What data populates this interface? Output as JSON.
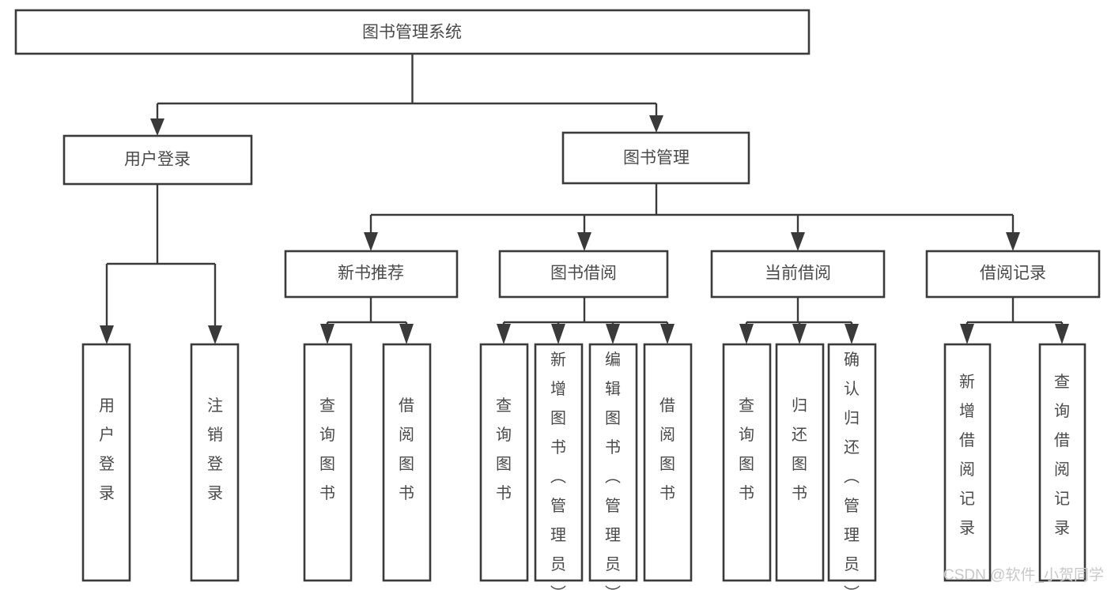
{
  "diagram": {
    "title": "图书管理系统",
    "type": "tree-hierarchy",
    "watermark": "CSDN @软件_小贺同学",
    "colors": {
      "box_stroke": "#3a3a3a",
      "box_fill": "#ffffff",
      "label_text": "#4a4a4a",
      "connector": "#3a3a3a",
      "watermark": "#c8c8c8",
      "background": "#ffffff"
    },
    "root": {
      "label": "图书管理系统"
    },
    "level1": [
      {
        "label": "用户登录"
      },
      {
        "label": "图书管理"
      }
    ],
    "level2": [
      {
        "label": "新书推荐"
      },
      {
        "label": "图书借阅"
      },
      {
        "label": "当前借阅"
      },
      {
        "label": "借阅记录"
      }
    ],
    "leaves": {
      "user_login": [
        {
          "label": "用户登录"
        },
        {
          "label": "注销登录"
        }
      ],
      "new_book_recommend": [
        {
          "label": "查询图书"
        },
        {
          "label": "借阅图书"
        }
      ],
      "book_borrow": [
        {
          "label": "查询图书"
        },
        {
          "label": "新增图书（管理员）"
        },
        {
          "label": "编辑图书（管理员）"
        },
        {
          "label": "借阅图书"
        }
      ],
      "current_borrow": [
        {
          "label": "查询图书"
        },
        {
          "label": "归还图书"
        },
        {
          "label": "确认归还（管理员）"
        }
      ],
      "borrow_record": [
        {
          "label": "新增借阅记录"
        },
        {
          "label": "查询借阅记录"
        }
      ]
    }
  }
}
